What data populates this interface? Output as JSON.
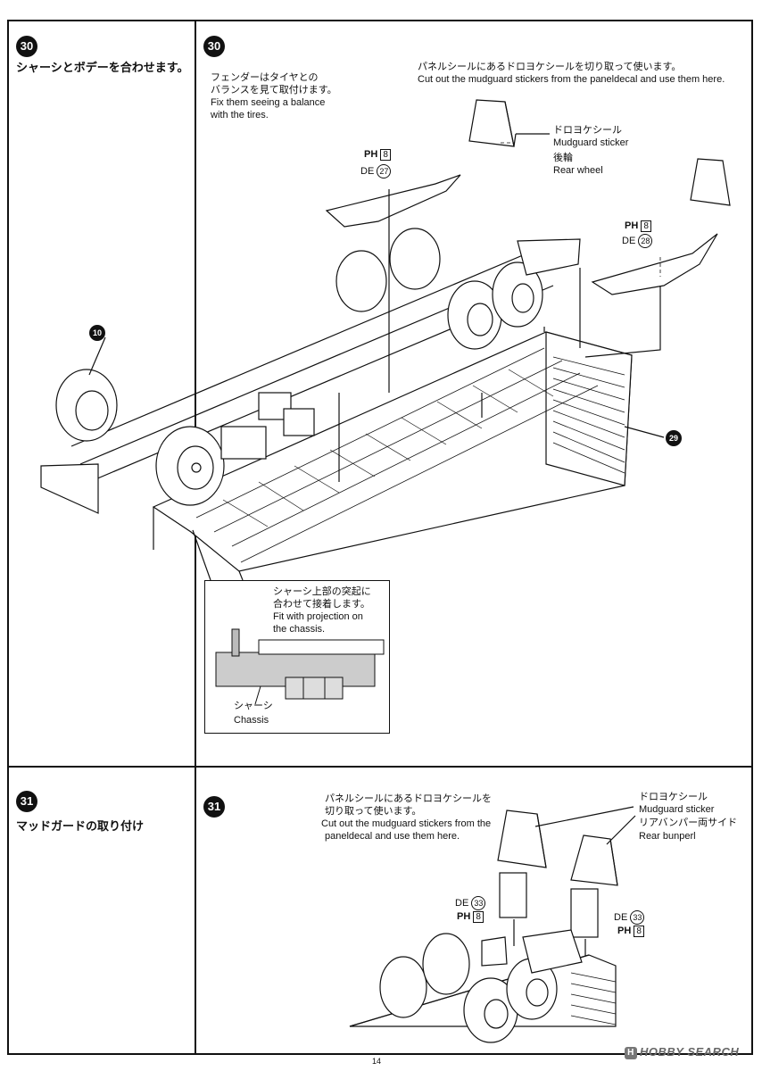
{
  "page": {
    "number": "14"
  },
  "watermark": {
    "badge": "H",
    "text": "HOBBY SEARCH"
  },
  "step30": {
    "number": "30",
    "left_title": "シャーシとボデーを合わせます。",
    "fender_jp_1": "フェンダーはタイヤとの",
    "fender_jp_2": "バランスを見て取付けます。",
    "fender_en_1": "Fix them seeing a balance",
    "fender_en_2": "with the tires.",
    "sticker_jp": "パネルシールにあるドロヨケシールを切り取って使います。",
    "sticker_en": "Cut out the mudguard stickers from the paneldecal and use them here.",
    "mudguard_jp": "ドロヨケシール",
    "mudguard_en": "Mudguard sticker",
    "rear_jp": "後輪",
    "rear_en": "Rear wheel",
    "part_a_ph": "PH",
    "part_a_ph_num": "8",
    "part_a_de": "DE",
    "part_a_de_num": "27",
    "part_b_ph": "PH",
    "part_b_ph_num": "8",
    "part_b_de": "DE",
    "part_b_de_num": "28",
    "callout_10": "10",
    "callout_29": "29",
    "inset_jp_1": "シャーシ上部の突起に",
    "inset_jp_2": "合わせて接着します。",
    "inset_en_1": "Fit with projection on",
    "inset_en_2": "the chassis.",
    "chassis_jp": "シャーシ",
    "chassis_en": "Chassis"
  },
  "step31": {
    "number": "31",
    "left_title": "マッドガードの取り付け",
    "sticker_jp_1": "パネルシールにあるドロヨケシールを",
    "sticker_jp_2": "切り取って使います。",
    "sticker_en_1": "Cut out the mudguard stickers from the",
    "sticker_en_2": "paneldecal and use them here.",
    "mudguard_jp": "ドロヨケシール",
    "mudguard_en": "Mudguard sticker",
    "rear_bumper_jp": "リアバンパー両サイド",
    "rear_bumper_en": "Rear bunperl",
    "part_l_de": "DE",
    "part_l_de_num": "33",
    "part_l_ph": "PH",
    "part_l_ph_num": "8",
    "part_r_de": "DE",
    "part_r_de_num": "33",
    "part_r_ph": "PH",
    "part_r_ph_num": "8"
  }
}
